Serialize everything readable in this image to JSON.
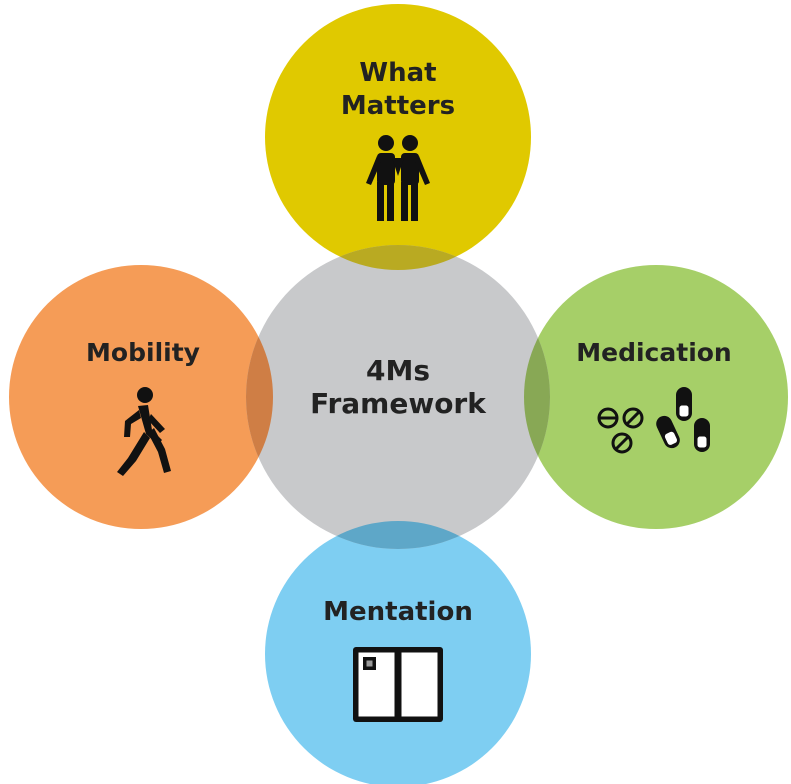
{
  "center": {
    "line1": "4Ms",
    "line2": "Framework",
    "color": "#c8c9cb"
  },
  "nodes": {
    "what_matters": {
      "line1": "What",
      "line2": "Matters",
      "color": "#e0c900",
      "icon": "two-people-icon"
    },
    "mobility": {
      "label": "Mobility",
      "color": "#f59c57",
      "icon": "walking-person-icon"
    },
    "medication": {
      "label": "Medication",
      "color": "#a6cf68",
      "icon": "pills-capsules-icon"
    },
    "mentation": {
      "label": "Mentation",
      "color": "#7ecef2",
      "icon": "open-book-icon"
    }
  },
  "overlap_colors": {
    "top": "#b9aa22",
    "left": "#cf7e45",
    "right": "#88a855",
    "bottom": "#5ea7c8"
  },
  "icon_color": "#111111"
}
